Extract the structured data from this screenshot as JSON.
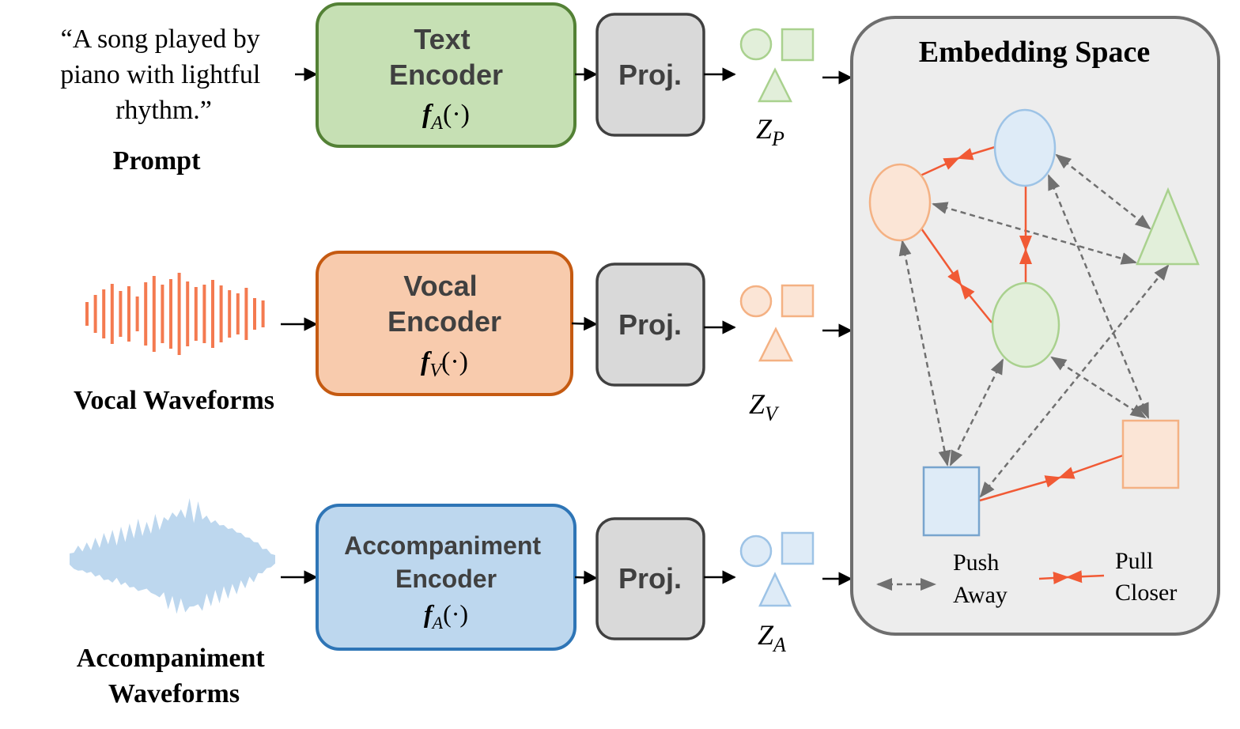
{
  "colors": {
    "text_fill": "#c6e0b4",
    "text_stroke": "#538135",
    "vocal_fill": "#f8cbad",
    "vocal_stroke": "#c55a11",
    "accomp_fill": "#bdd7ee",
    "accomp_stroke": "#2e75b6",
    "proj_fill": "#d9d9d9",
    "proj_stroke": "#404040",
    "space_fill": "#ededed",
    "space_stroke": "#6e6e6e",
    "pull": "#f15a35",
    "push": "#707070"
  },
  "prompt": {
    "quote_lines": [
      "“A song played by",
      "piano with lightful",
      "rhythm.”"
    ],
    "label": "Prompt"
  },
  "vocal_input": {
    "label": "Vocal Waveforms"
  },
  "accomp_input": {
    "label_lines": [
      "Accompaniment",
      "Waveforms"
    ]
  },
  "encoders": {
    "text": {
      "lines": [
        "Text",
        "Encoder"
      ],
      "func": "f",
      "sub": "A",
      "args": "(·)"
    },
    "vocal": {
      "lines": [
        "Vocal",
        "Encoder"
      ],
      "func": "f",
      "sub": "V",
      "args": "(·)"
    },
    "accomp": {
      "lines": [
        "Accompaniment",
        "Encoder"
      ],
      "func": "f",
      "sub": "A",
      "args": "(·)"
    }
  },
  "projection": {
    "label": "Proj."
  },
  "embeddings": {
    "prompt": {
      "var": "Z",
      "sub": "P"
    },
    "vocal": {
      "var": "Z",
      "sub": "V"
    },
    "accomp": {
      "var": "Z",
      "sub": "A"
    }
  },
  "space": {
    "title": "Embedding Space",
    "legend": {
      "push_lines": [
        "Push",
        "Away"
      ],
      "pull_lines": [
        "Pull",
        "Closer"
      ]
    }
  }
}
